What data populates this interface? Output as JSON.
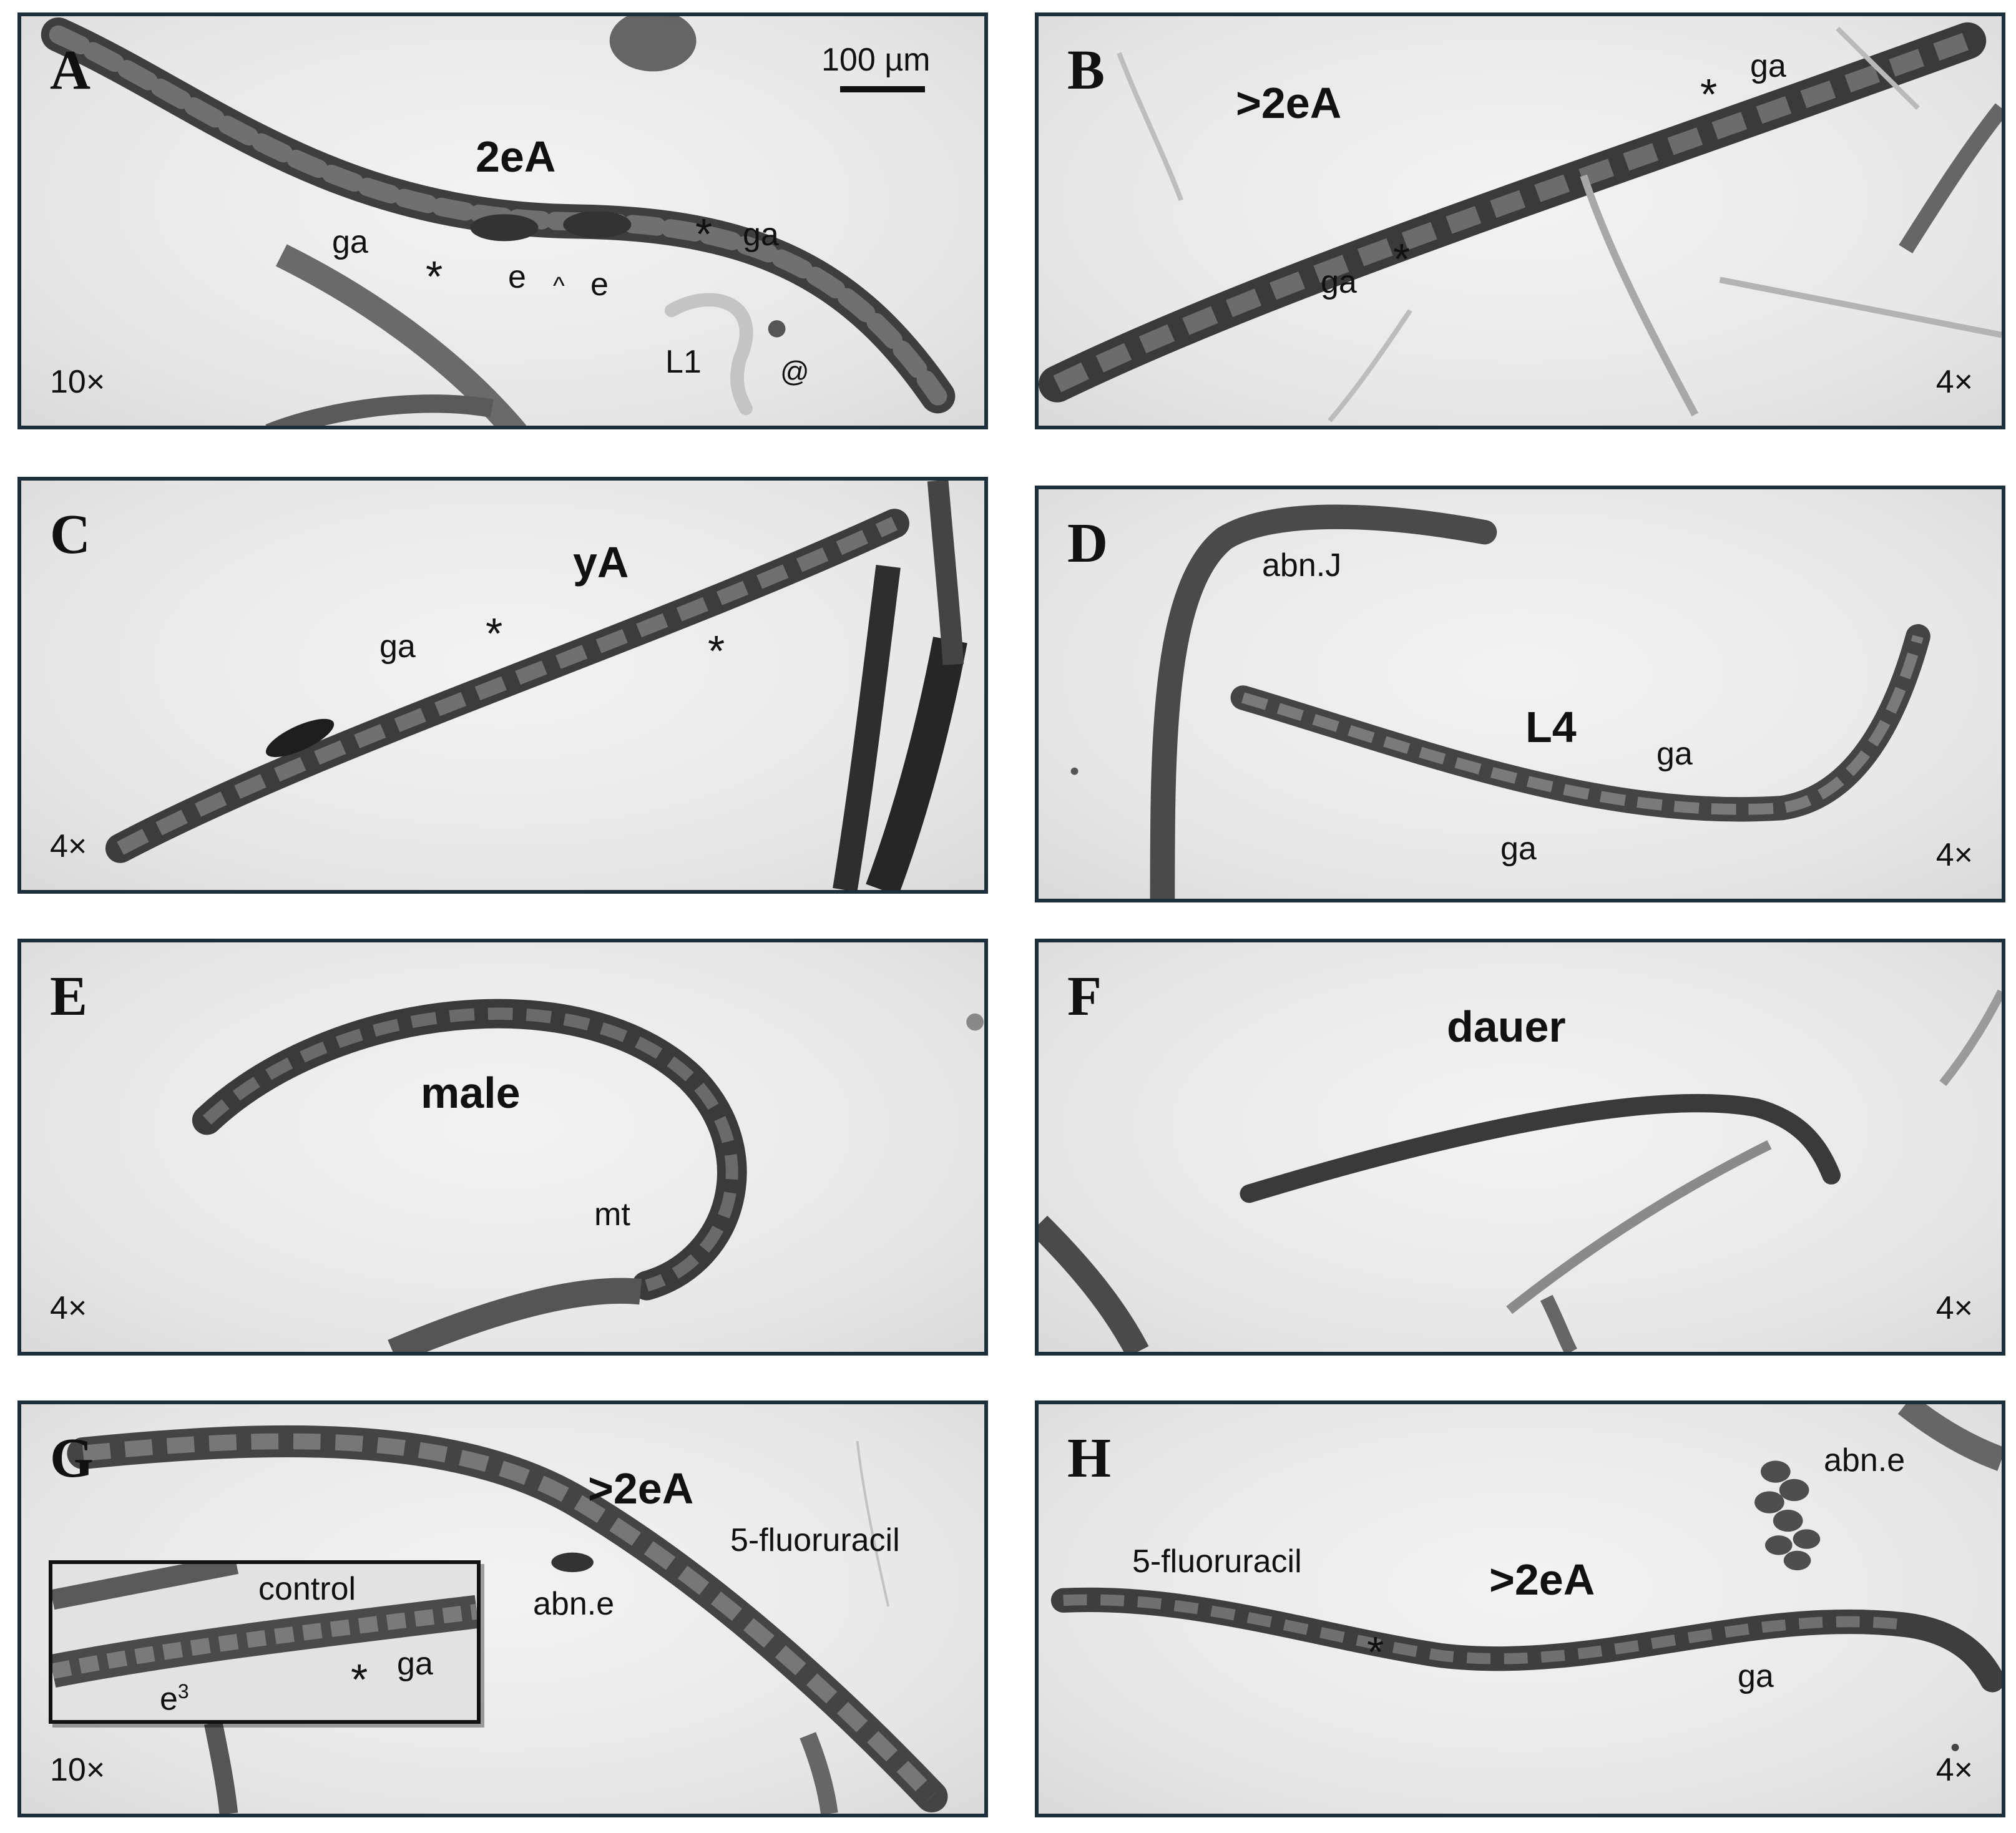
{
  "panels": {
    "A": {
      "letter": "A",
      "stage": "2eA",
      "magnification": "10×",
      "scale_bar": "100 µm",
      "annotations": {
        "ga_left": "ga",
        "ga_right": "ga",
        "star_left": "*",
        "star_right": "*",
        "e_left": "e",
        "caret": "^",
        "e_right": "e",
        "l1": "L1",
        "at": "@"
      }
    },
    "B": {
      "letter": "B",
      "stage": ">2eA",
      "magnification": "4×",
      "annotations": {
        "ga_top": "ga",
        "ga_bottom": "ga",
        "star_top": "*",
        "star_bottom": "*"
      }
    },
    "C": {
      "letter": "C",
      "stage": "yA",
      "magnification": "4×",
      "annotations": {
        "ga": "ga",
        "star_left": "*",
        "star_right": "*"
      }
    },
    "D": {
      "letter": "D",
      "stage": "L4",
      "magnification": "4×",
      "annotations": {
        "abnJ": "abn.J",
        "ga_right": "ga",
        "ga_bottom": "ga"
      }
    },
    "E": {
      "letter": "E",
      "stage": "male",
      "magnification": "4×",
      "annotations": {
        "mt": "mt"
      }
    },
    "F": {
      "letter": "F",
      "stage": "dauer",
      "magnification": "4×"
    },
    "G": {
      "letter": "G",
      "stage": ">2eA",
      "magnification": "10×",
      "treatment": "5-fluoruracil",
      "annotations": {
        "abne": "abn.e"
      },
      "inset": {
        "label": "control",
        "e_base": "e",
        "e_sup": "3",
        "star": "*",
        "ga": "ga"
      }
    },
    "H": {
      "letter": "H",
      "stage": ">2eA",
      "magnification": "4×",
      "treatment": "5-fluoruracil",
      "annotations": {
        "abne": "abn.e",
        "star": "*",
        "ga": "ga"
      }
    }
  },
  "colors": {
    "frame": "#1e2f3c",
    "background": "#e8e8e8",
    "worm": "#4a4a4a"
  }
}
